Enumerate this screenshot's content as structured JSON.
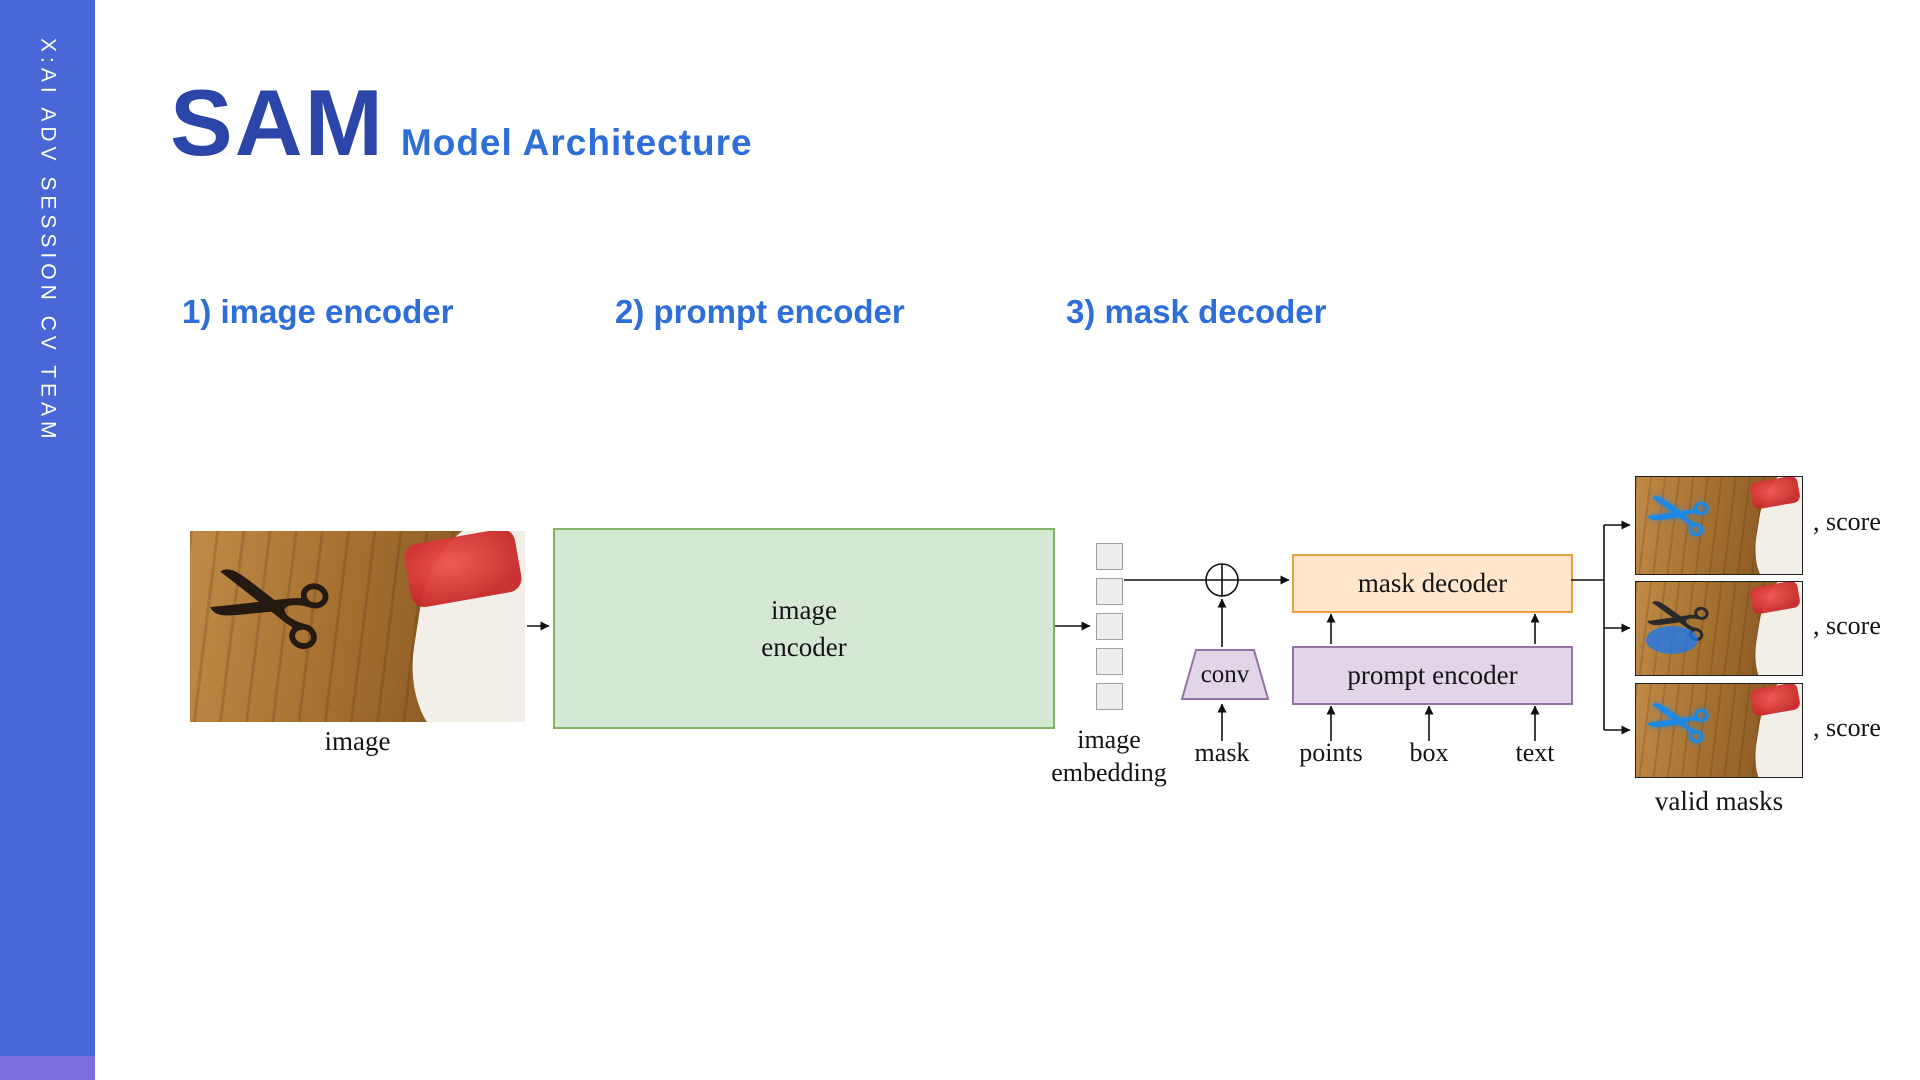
{
  "slide": {
    "sidebar_text": "X:AI ADV SESSION CV TEAM",
    "title": "SAM",
    "subtitle": "Model Architecture",
    "sections": [
      {
        "label": "1) image encoder"
      },
      {
        "label": "2) prompt encoder"
      },
      {
        "label": "3) mask decoder"
      }
    ]
  },
  "diagram": {
    "input_image_caption": "image",
    "image_encoder": {
      "line1": "image",
      "line2": "encoder"
    },
    "embedding_caption": {
      "line1": "image",
      "line2": "embedding"
    },
    "conv_label": "conv",
    "mask_label": "mask",
    "mask_decoder_label": "mask decoder",
    "prompt_encoder_label": "prompt encoder",
    "prompt_inputs": [
      "points",
      "box",
      "text"
    ],
    "score_label": ", score",
    "valid_masks_caption": "valid masks",
    "scissors_glyph": "✂",
    "colors": {
      "sidebar_bg": "#4a67d8",
      "title_blue": "#2b46a8",
      "accent_blue": "#2e6ed8",
      "encoder_fill": "#d5e8d4",
      "encoder_border": "#82b366",
      "decoder_fill": "#ffe6cc",
      "decoder_border": "#e8a33d",
      "prompt_fill": "#e1d5e7",
      "prompt_border": "#9673a6",
      "embedding_fill": "#ededed",
      "embedding_border": "#9e9e9e"
    }
  }
}
